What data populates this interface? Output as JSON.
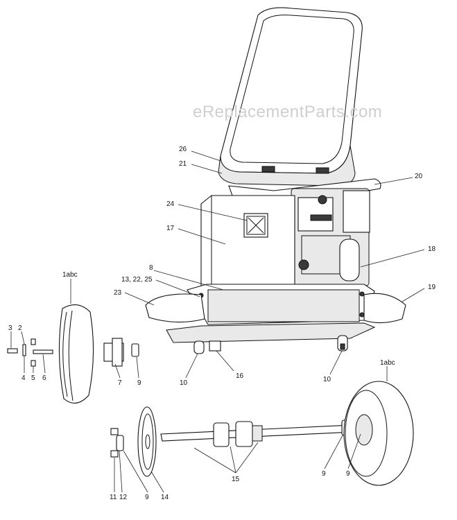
{
  "watermark": "eReplacementParts.com",
  "callouts": {
    "c26": "26",
    "c21": "21",
    "c20": "20",
    "c24": "24",
    "c17": "17",
    "c18": "18",
    "c8": "8",
    "c13_22_25": "13, 22, 25",
    "c19": "19",
    "c23": "23",
    "c1abc_left": "1abc",
    "c3": "3",
    "c2": "2",
    "c4": "4",
    "c5": "5",
    "c6": "6",
    "c7": "7",
    "c9_hub": "9",
    "c10_left": "10",
    "c16": "16",
    "c10_right": "10",
    "c1abc_right": "1abc",
    "c15": "15",
    "c9_axle_a": "9",
    "c9_axle_b": "9",
    "c11": "11",
    "c12": "12",
    "c9_bottom": "9",
    "c14": "14"
  }
}
